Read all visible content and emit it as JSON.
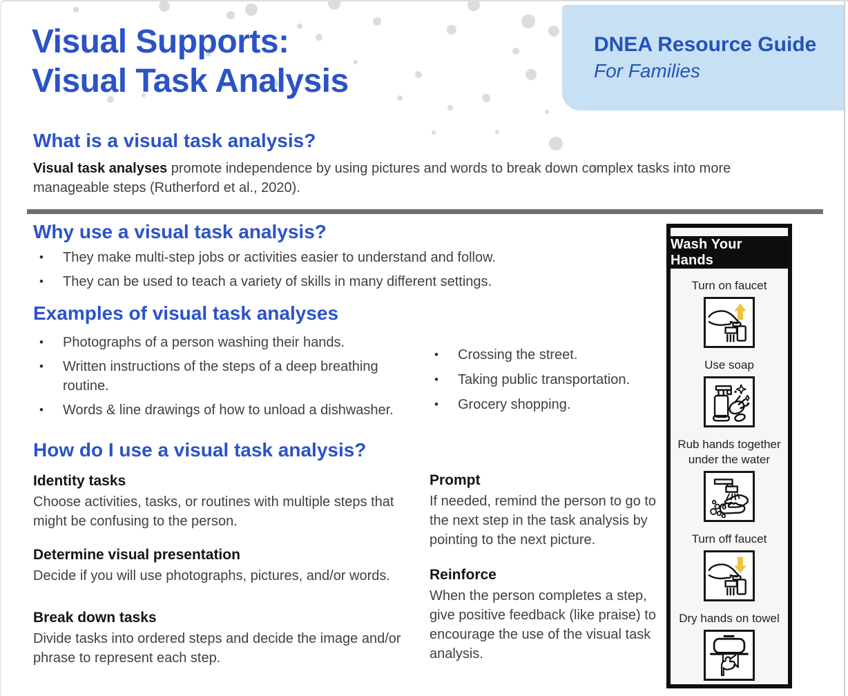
{
  "header": {
    "title_line1": "Visual Supports:",
    "title_line2": "Visual Task Analysis",
    "badge_title": "DNEA Resource Guide",
    "badge_subtitle": "For Families"
  },
  "colors": {
    "accent_blue": "#2b53c7",
    "badge_bg": "#c7e0f4",
    "badge_text": "#2453b8",
    "divider_gray": "#6b7077",
    "body_text": "#3f4040",
    "card_border_black": "#0f0f0f",
    "arrow_yellow": "#eec43f",
    "dot_gray": "#dcdcdc"
  },
  "sections": {
    "what": {
      "heading": "What is a visual task analysis?",
      "lead_bold": "Visual task analyses",
      "lead_rest": " promote independence by using pictures and words to break down complex tasks into more manageable steps (Rutherford et al., 2020)."
    },
    "why": {
      "heading": "Why use a visual task analysis?",
      "bullets": [
        "They make multi-step jobs or activities easier to understand and follow.",
        "They can be used to teach a variety of skills in many different settings."
      ]
    },
    "examples": {
      "heading": "Examples of visual task analyses",
      "left_bullets": [
        "Photographs of a person washing their hands.",
        "Written instructions of the steps of a deep breathing routine.",
        "Words & line drawings of how to unload a dishwasher."
      ],
      "right_bullets": [
        "Crossing the street.",
        "Taking public transportation.",
        "Grocery shopping."
      ]
    },
    "how": {
      "heading": "How do I use a visual task analysis?",
      "left_items": [
        {
          "title": "Identity tasks",
          "body": "Choose activities, tasks, or routines with multiple steps that might be confusing to the person."
        },
        {
          "title": "Determine visual presentation",
          "body": "Decide if you will use photographs, pictures, and/or words."
        },
        {
          "title": "Break down tasks",
          "body": "Divide tasks into ordered steps and decide the image and/or phrase to represent each step."
        }
      ],
      "right_items": [
        {
          "title": "Prompt",
          "body": "If needed, remind the person to go to the next step in the task analysis by pointing to the next picture."
        },
        {
          "title": "Reinforce",
          "body": "When the person completes a step, give positive feedback (like praise) to encourage the use of the visual task analysis."
        }
      ]
    }
  },
  "task_card": {
    "title": "Wash Your Hands",
    "steps": [
      {
        "label": "Turn on faucet",
        "icon": "faucet-on-icon"
      },
      {
        "label": "Use soap",
        "icon": "soap-pump-icon"
      },
      {
        "label": "Rub hands together under the water",
        "icon": "rub-hands-icon"
      },
      {
        "label": "Turn off faucet",
        "icon": "faucet-off-icon"
      },
      {
        "label": "Dry hands on towel",
        "icon": "towel-icon"
      }
    ]
  }
}
